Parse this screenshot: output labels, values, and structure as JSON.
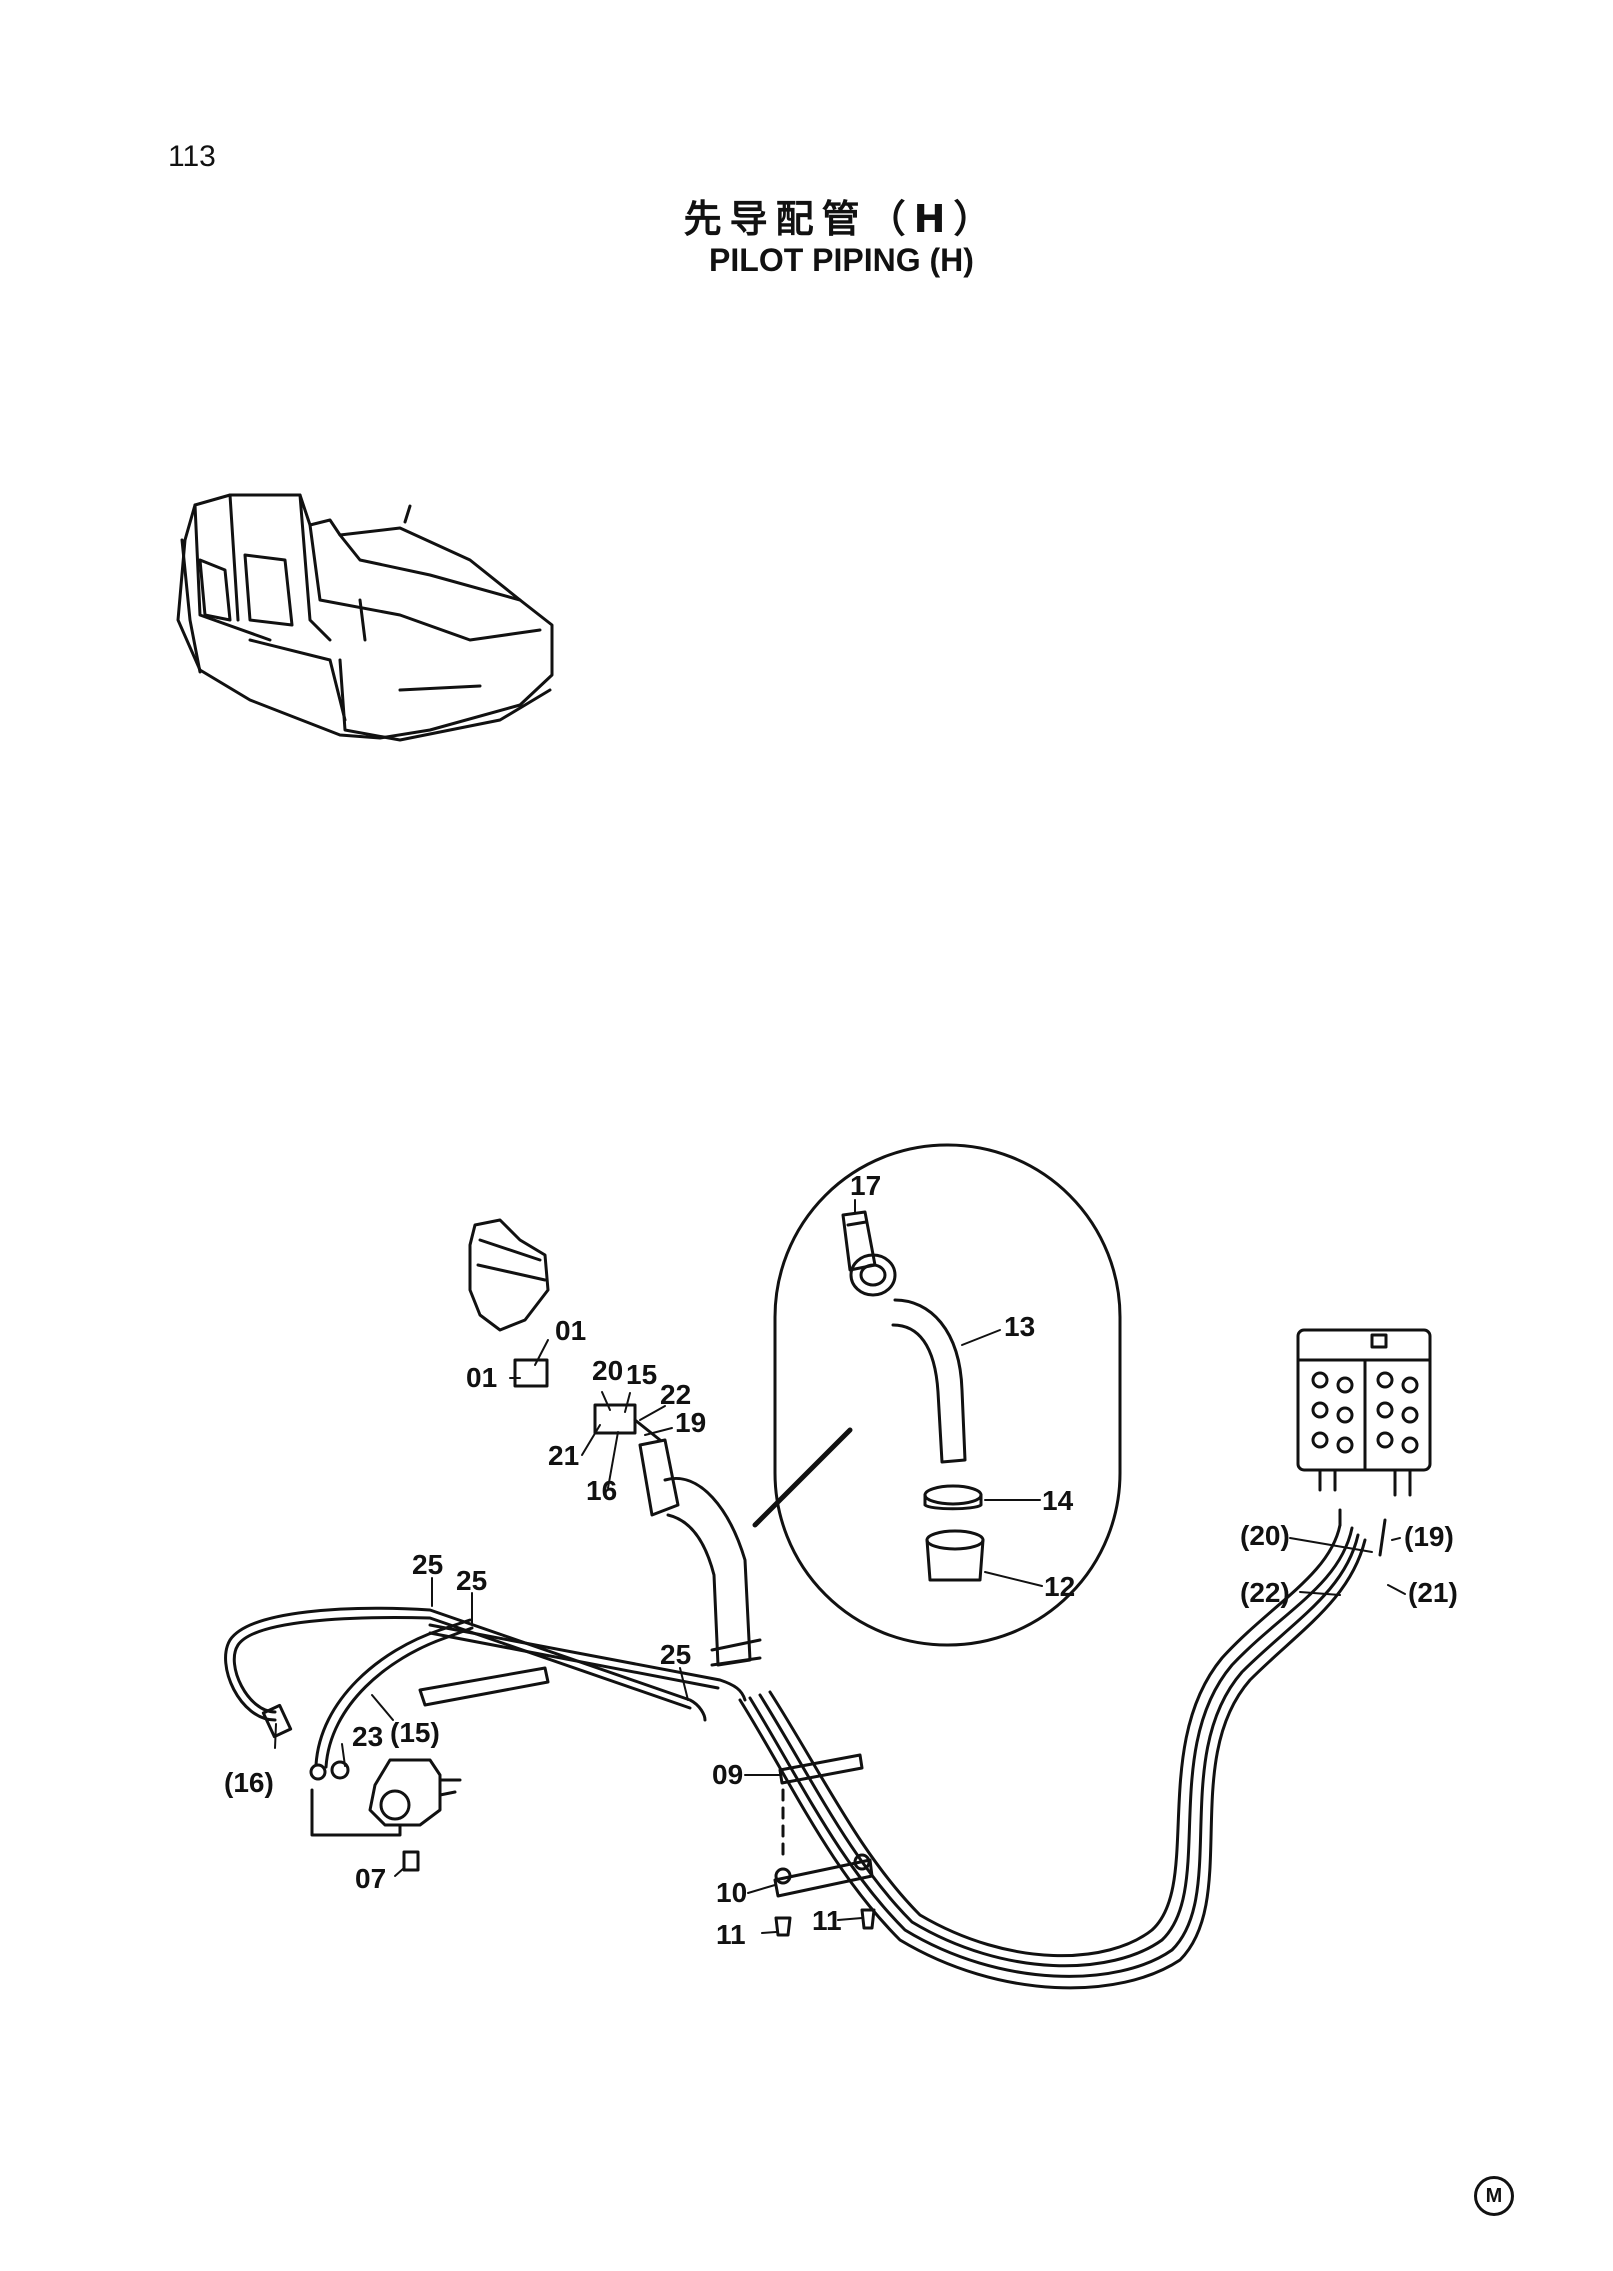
{
  "page_number": "113",
  "title_cn": "先导配管（H）",
  "title_en": "PILOT PIPING (H)",
  "corner_mark": "M",
  "callouts": {
    "c01a": "01",
    "c01b": "01",
    "c20": "20",
    "c15": "15",
    "c22": "22",
    "c19": "19",
    "c21": "21",
    "c16": "16",
    "c17": "17",
    "c13": "13",
    "c14": "14",
    "c12": "12",
    "c25a": "25",
    "c25b": "25",
    "c25c": "25",
    "c23": "23",
    "p15": "(15)",
    "p16": "(16)",
    "c07": "07",
    "c09": "09",
    "c10": "10",
    "c11a": "11",
    "c11b": "11",
    "p20": "(20)",
    "p19": "(19)",
    "p22": "(22)",
    "p21": "(21)"
  }
}
